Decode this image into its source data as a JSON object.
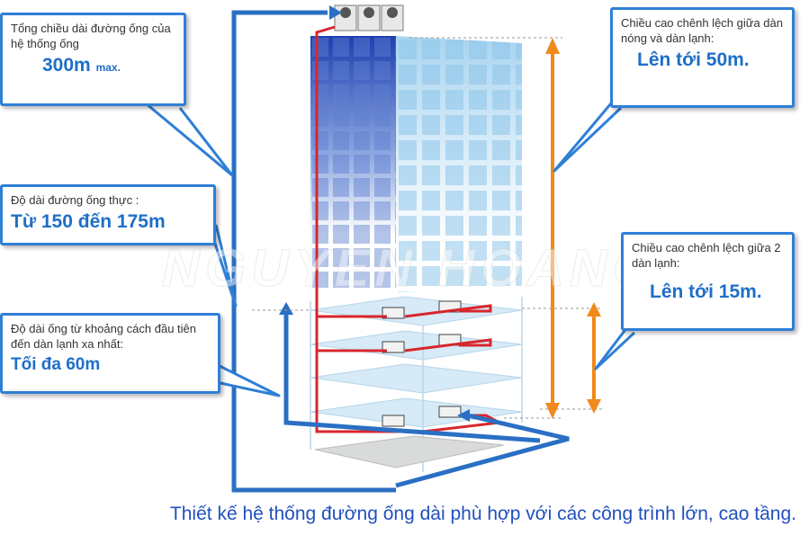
{
  "callouts": {
    "total_length": {
      "label": "Tổng chiều dài đường ống của hệ thống ống",
      "value": "300m",
      "unit": "max."
    },
    "actual_length": {
      "label": "Độ dài đường ống thực :",
      "value": "Từ 150 đến 175m"
    },
    "first_branch": {
      "label": "Độ dài ống từ khoảng cách đầu tiên đến dàn lạnh xa nhất:",
      "value": "Tối đa 60m"
    },
    "height_outdoor_indoor": {
      "label": "Chiều cao chênh lệch giữa dàn nóng và dàn lạnh:",
      "value": "Lên tới 50m."
    },
    "height_indoor_indoor": {
      "label": "Chiều cao chênh lệch giữa 2 dàn lạnh:",
      "value": "Lên tới 15m."
    }
  },
  "watermark": "NGUYEN HOANG",
  "caption": "Thiết kế hệ thống đường ống dài phù hợp với các công trình lớn, cao tầng.",
  "colors": {
    "callout_border": "#2f7fd6",
    "pipe_blue": "#2a6fc4",
    "pipe_red": "#d8262c",
    "arrow_orange": "#f08a1c",
    "value_text": "#1e6fc8"
  }
}
